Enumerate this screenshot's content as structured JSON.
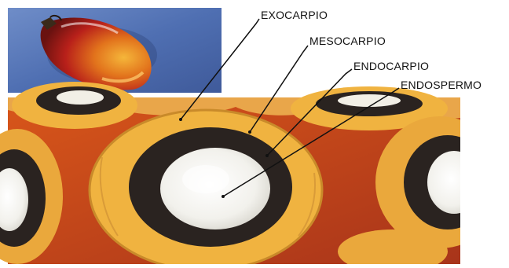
{
  "labels": {
    "exocarp": "EXOCARPIO",
    "mesocarp": "MESOCARPIO",
    "endocarp": "ENDOCARPIO",
    "endosperm": "ENDOSPERMO"
  },
  "images": {
    "top_photo": "whole-palm-fruit",
    "bottom_photo": "palm-fruit-cross-sections"
  },
  "colors": {
    "photo_backdrop_blue": "#5a78b8",
    "fruit_red": "#b8201a",
    "fruit_orange": "#e2731c",
    "mesocarp_yellow": "#f0b340",
    "endocarp_black": "#2a2320",
    "endosperm_white": "#f4f3ef",
    "pointer_line": "#111111"
  }
}
